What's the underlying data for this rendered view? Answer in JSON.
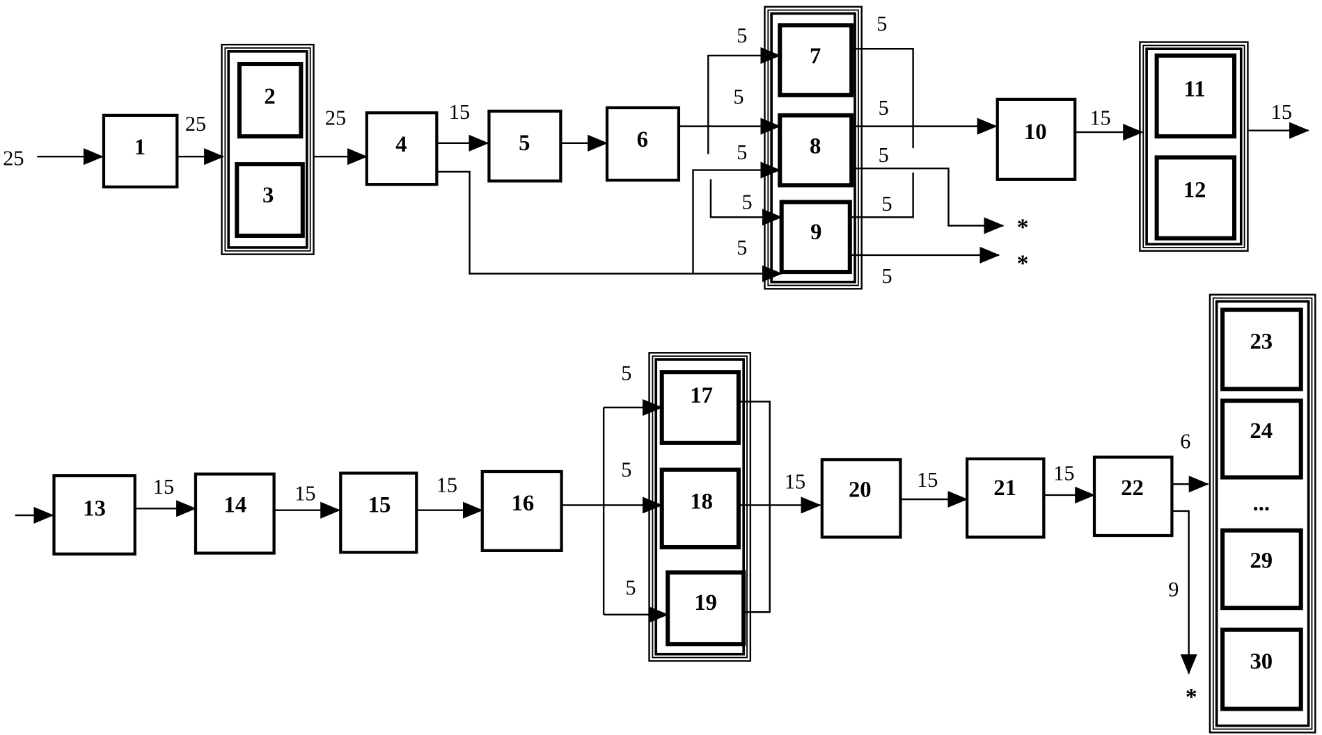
{
  "blocks": {
    "b1": "1",
    "b2": "2",
    "b3": "3",
    "b4": "4",
    "b5": "5",
    "b6": "6",
    "b7": "7",
    "b8": "8",
    "b9": "9",
    "b10": "10",
    "b11": "11",
    "b12": "12",
    "b13": "13",
    "b14": "14",
    "b15": "15",
    "b16": "16",
    "b17": "17",
    "b18": "18",
    "b19": "19",
    "b20": "20",
    "b21": "21",
    "b22": "22",
    "b23": "23",
    "b24": "24",
    "b29": "29",
    "b30": "30"
  },
  "stack_ellipsis": "...",
  "flow_labels": {
    "into_1": "25",
    "from_1_to_2_3": "25",
    "from_2_3_to_4": "25",
    "from_4_to_5": "15",
    "into_7": "5",
    "from_6_to_8": "5",
    "into_8_lower": "5",
    "into_9_upper": "5",
    "from_4_to_9": "5",
    "from_7": "5",
    "from_8_to_10": "5",
    "from_8_lower": "5",
    "from_9_upper": "5",
    "from_9_lower": "5",
    "from_10_to_11_12": "15",
    "from_11_12": "15",
    "from_13_to_14": "15",
    "from_14_to_15": "15",
    "from_15_to_16": "15",
    "into_17": "5",
    "into_18": "5",
    "into_19": "5",
    "from_17_19_to_20": "15",
    "from_20_to_21": "15",
    "from_21_to_22": "15",
    "from_22_to_stack": "6",
    "from_22_down": "9"
  },
  "output_markers": {
    "from_8": "*",
    "from_9": "*",
    "from_22": "*"
  },
  "colors": {
    "stroke": "#000000",
    "background": "#ffffff"
  }
}
